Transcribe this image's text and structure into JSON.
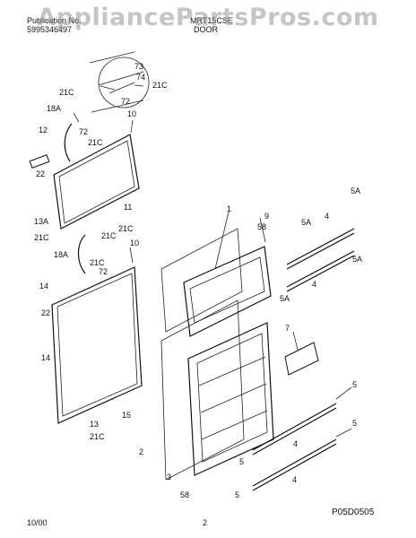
{
  "header": {
    "pub_label": "Publication No.",
    "pub_number": "5995346497",
    "model_label": "MRT15CSE",
    "section_title": "DOOR"
  },
  "watermark": "AppliancePartsPros.com",
  "footer": {
    "date": "10/00",
    "page": "2",
    "code": "P05D0505"
  },
  "callouts": {
    "c1": "1",
    "c2": "2",
    "c3": "3",
    "c4a": "4",
    "c4b": "4",
    "c4c": "4",
    "c4d": "4",
    "c5a": "5",
    "c5b": "5",
    "c5c": "5",
    "c5d": "5",
    "c5Aa": "5A",
    "c5Ab": "5A",
    "c5Ac": "5A",
    "c5Ad": "5A",
    "c7": "7",
    "c9": "9",
    "c10a": "10",
    "c10b": "10",
    "c11": "11",
    "c12": "12",
    "c13": "13",
    "c13A": "13A",
    "c14a": "14",
    "c14b": "14",
    "c15": "15",
    "c18Aa": "18A",
    "c18Ab": "18A",
    "c21Ca": "21C",
    "c21Cb": "21C",
    "c21Cc": "21C",
    "c21Cd": "21C",
    "c21Ce": "21C",
    "c21Cf": "21C",
    "c21Cg": "21C",
    "c21Ch": "21C",
    "c22a": "22",
    "c22b": "22",
    "c58a": "58",
    "c58b": "58",
    "c72a": "72",
    "c72b": "72",
    "c72c": "72",
    "c73": "73",
    "c74": "74"
  }
}
